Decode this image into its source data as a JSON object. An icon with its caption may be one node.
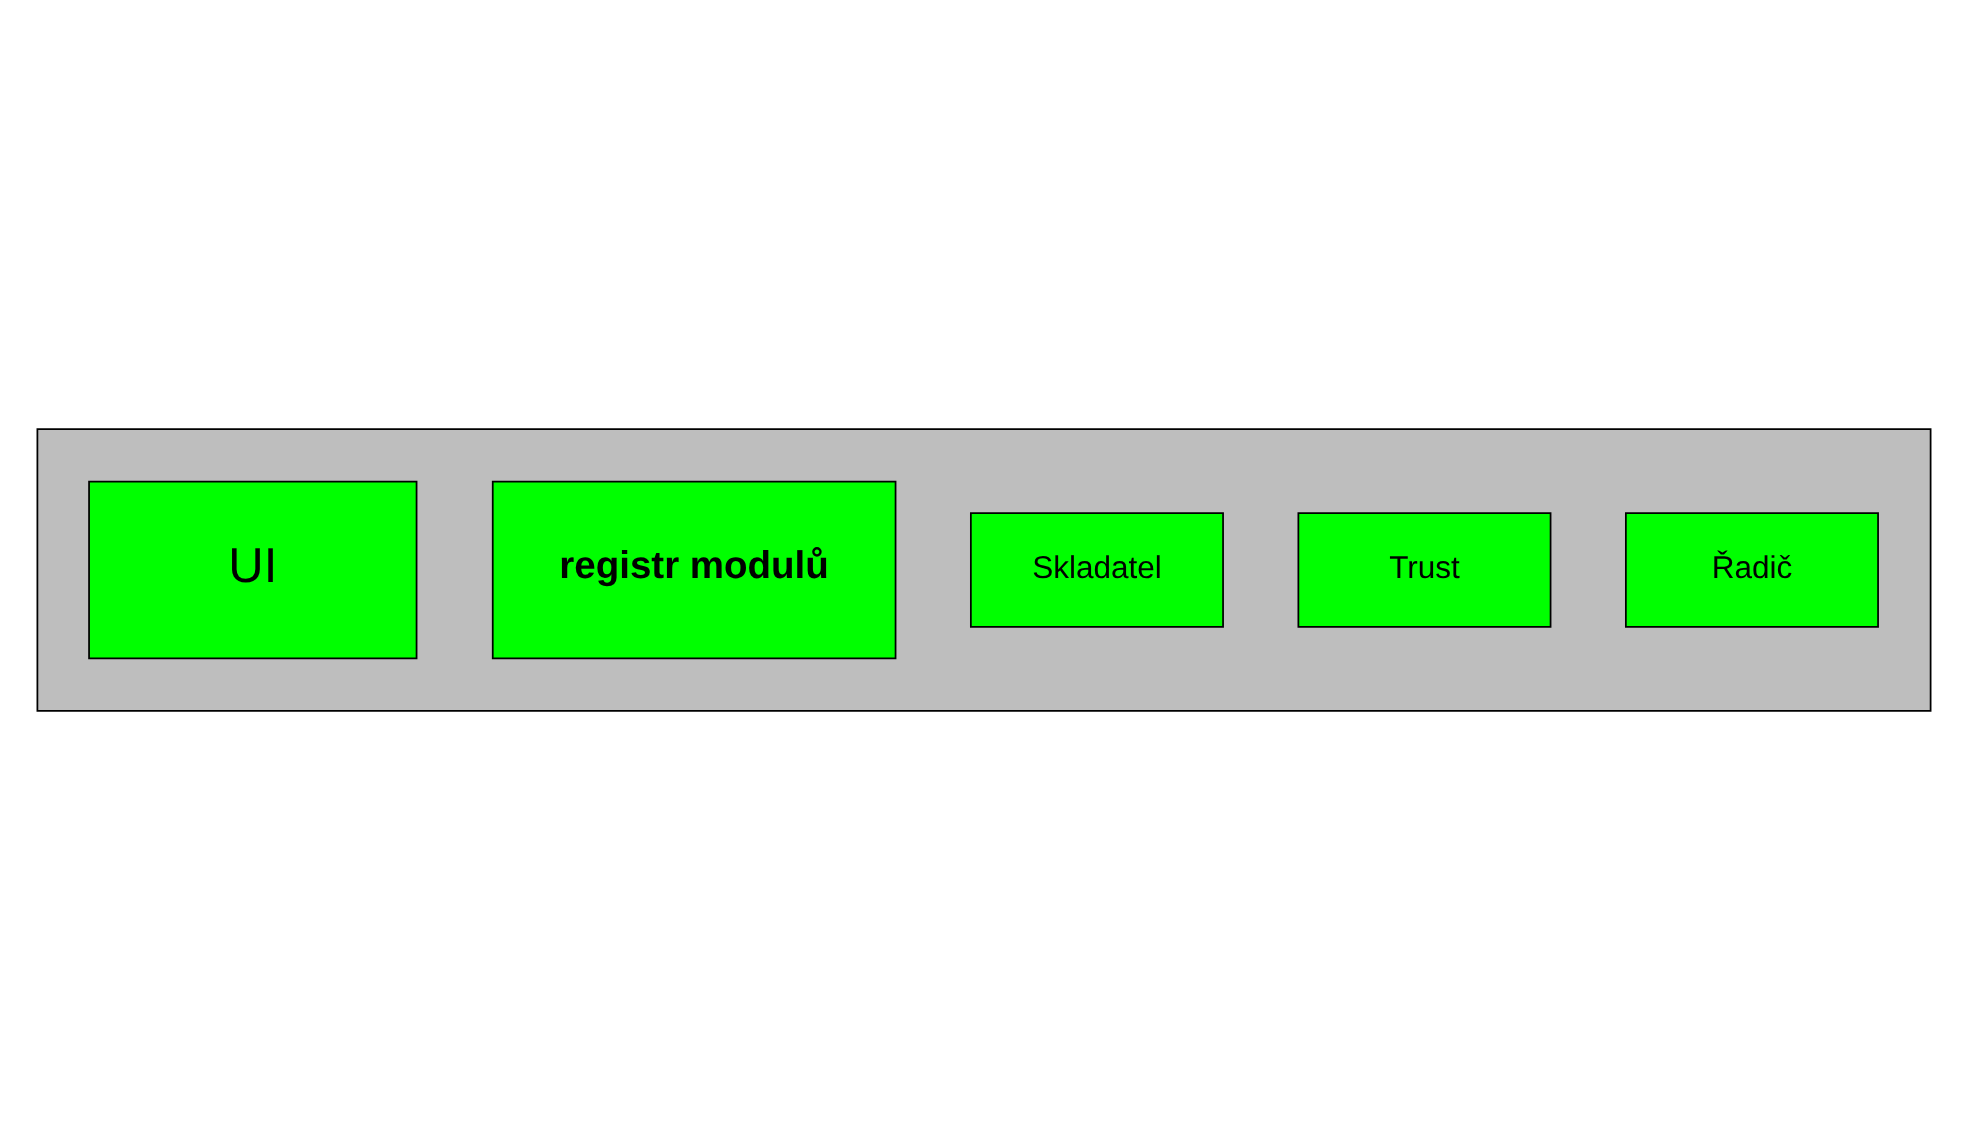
{
  "diagram": {
    "nodes": [
      {
        "text": [],
        "shape": "box"
      },
      {
        "text": [
          "UI"
        ],
        "in": 0
      },
      {
        "text": [
          "registr modulů"
        ],
        "in": 0
      },
      {
        "text": [
          "Skladatel"
        ],
        "in": 0
      },
      {
        "text": [
          "Trust"
        ],
        "in": 0
      },
      {
        "text": [
          "Řadič"
        ],
        "in": 0
      }
    ]
  }
}
